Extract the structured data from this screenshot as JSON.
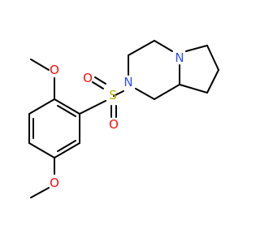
{
  "molecule": {
    "atom_labels": {
      "o_top": "O",
      "o_bottom": "O",
      "s": "S",
      "o_s_left": "O",
      "o_s_bottom": "O",
      "n_pip": "N",
      "n_ring": "N"
    },
    "colors": {
      "bond": "#000000",
      "oxygen": "#ff0d0d",
      "sulfur": "#b2b200",
      "nitrogen": "#3050f8"
    }
  }
}
